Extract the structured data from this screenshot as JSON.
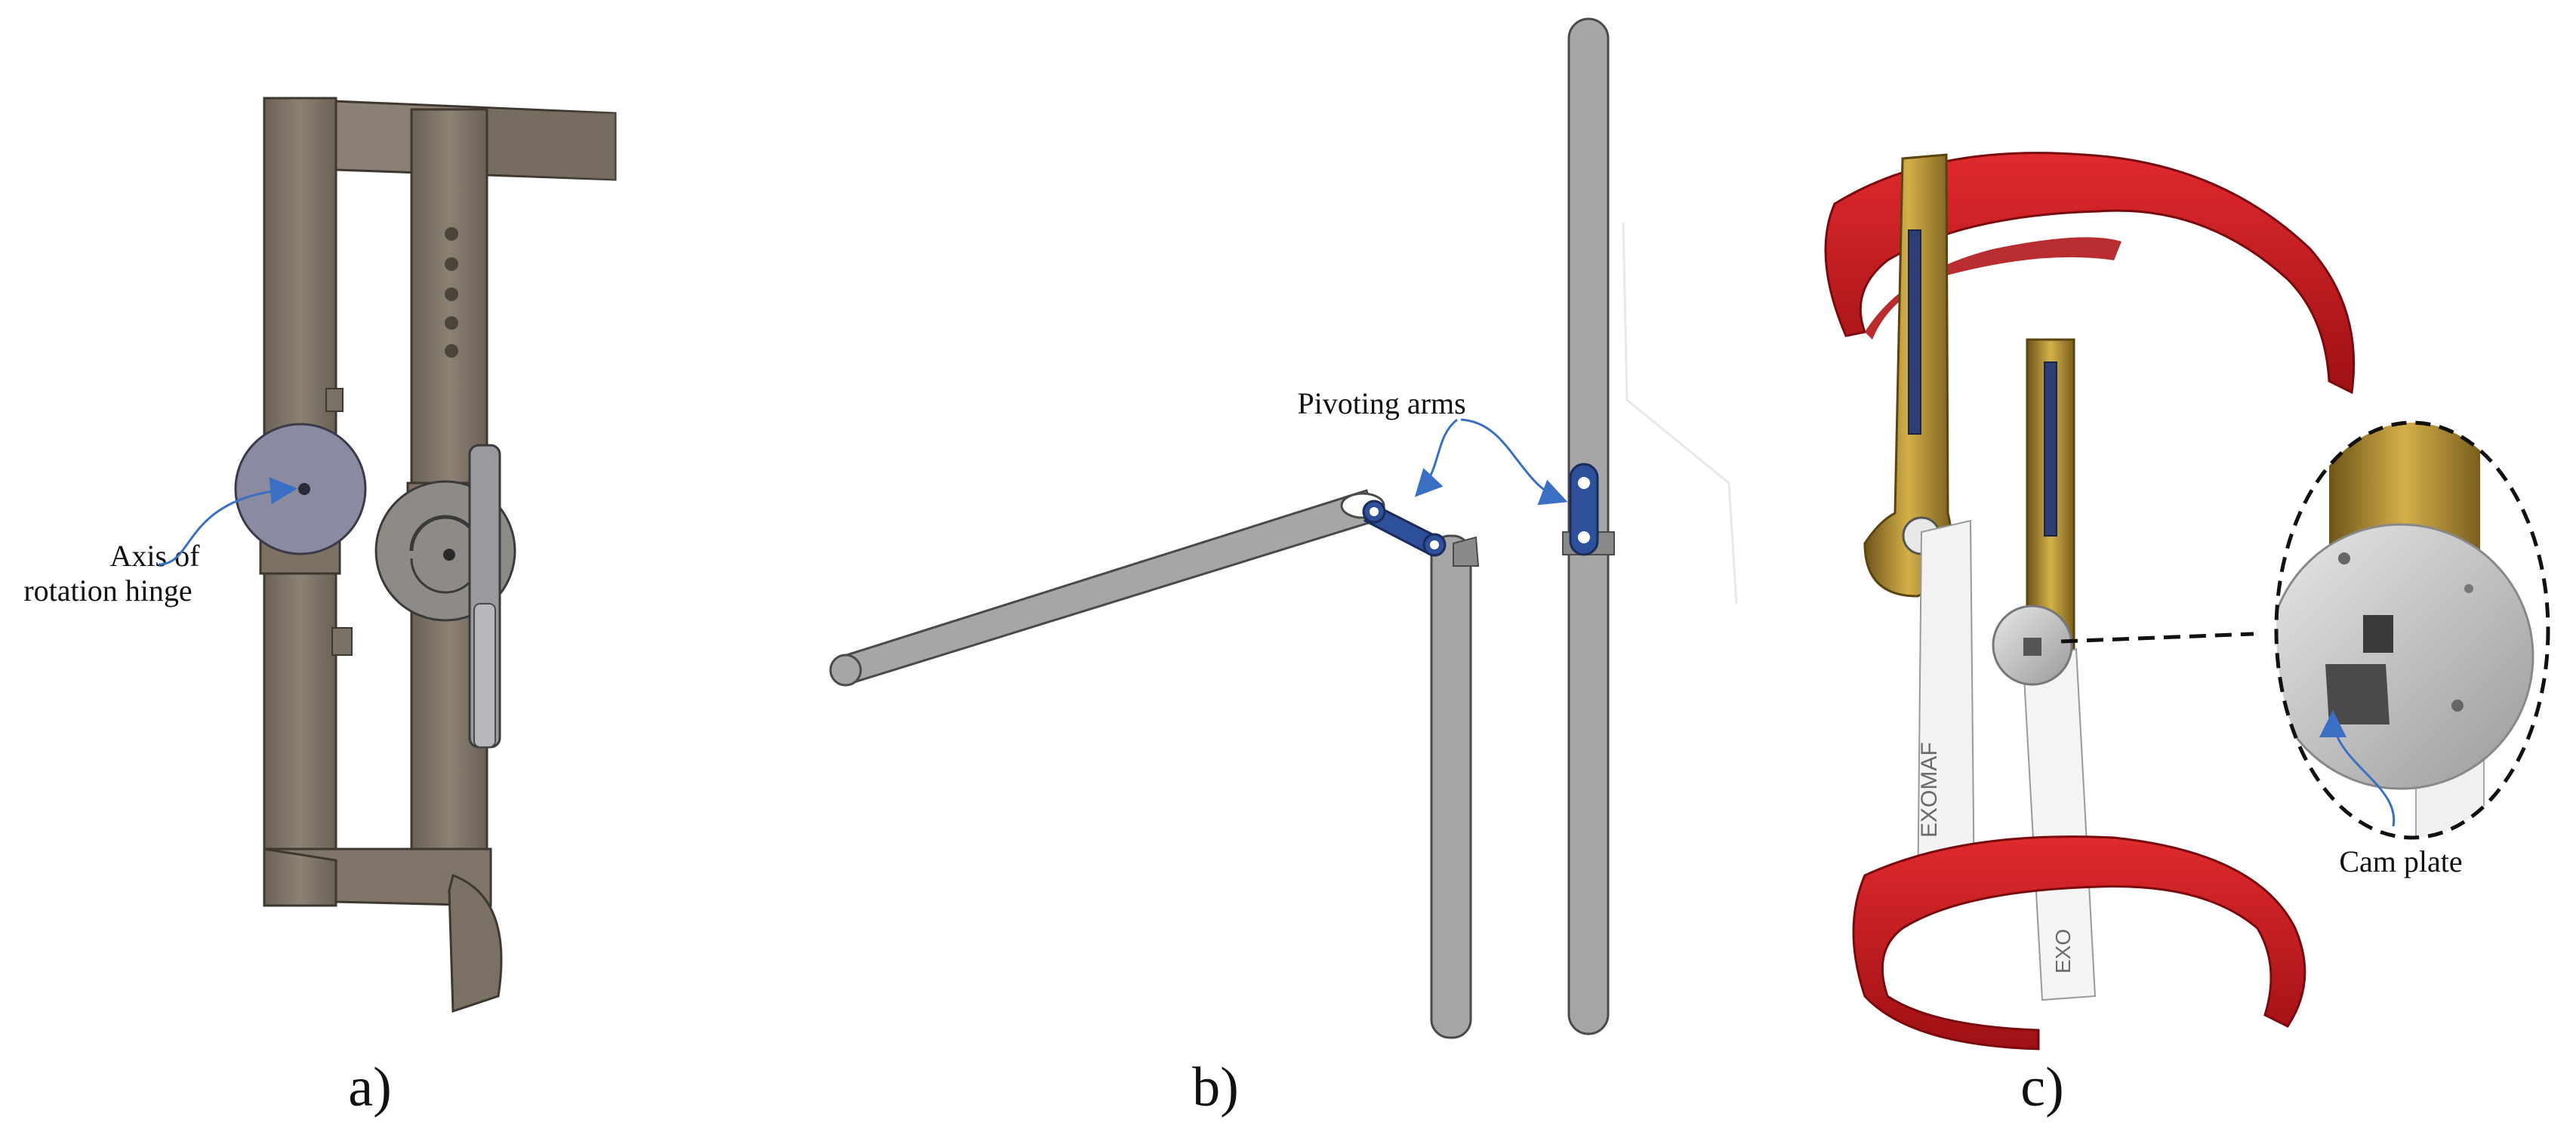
{
  "panels": {
    "a": {
      "label": "a)",
      "annotation": {
        "line1": "Axis of",
        "line2": "rotation hinge"
      }
    },
    "b": {
      "label": "b)",
      "annotation": "Pivoting arms"
    },
    "c": {
      "label": "c)",
      "annotation": "Cam plate",
      "device_text": [
        "EXOMAF",
        "EXO"
      ]
    }
  },
  "colors": {
    "frame_brown": "#7c7163",
    "rod_gray": "#a6a6a6",
    "arm_blue": "#2e4f9a",
    "strap_red": "#c81a1e",
    "bracket_gold": "#b08a2c",
    "arrow_blue": "#3a6fc4"
  }
}
